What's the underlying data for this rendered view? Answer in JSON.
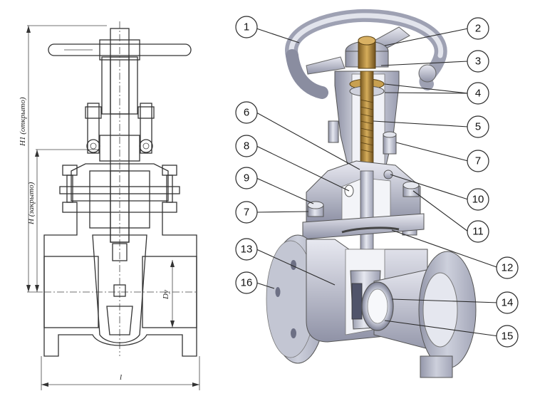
{
  "drawing": {
    "dimension_labels": {
      "h1_open": "H1 (открыто)",
      "h_closed": "H (закрыто)",
      "dn": "Dy",
      "length": "l"
    }
  },
  "callouts": [
    "1",
    "2",
    "3",
    "4",
    "5",
    "6",
    "7",
    "8",
    "9",
    "7",
    "10",
    "11",
    "12",
    "13",
    "14",
    "15",
    "16"
  ],
  "colors": {
    "metal_light": "#dfe1ea",
    "metal_mid": "#b6b9c7",
    "metal_dark": "#7f8296",
    "brass": "#c8a050",
    "line": "#333333"
  }
}
